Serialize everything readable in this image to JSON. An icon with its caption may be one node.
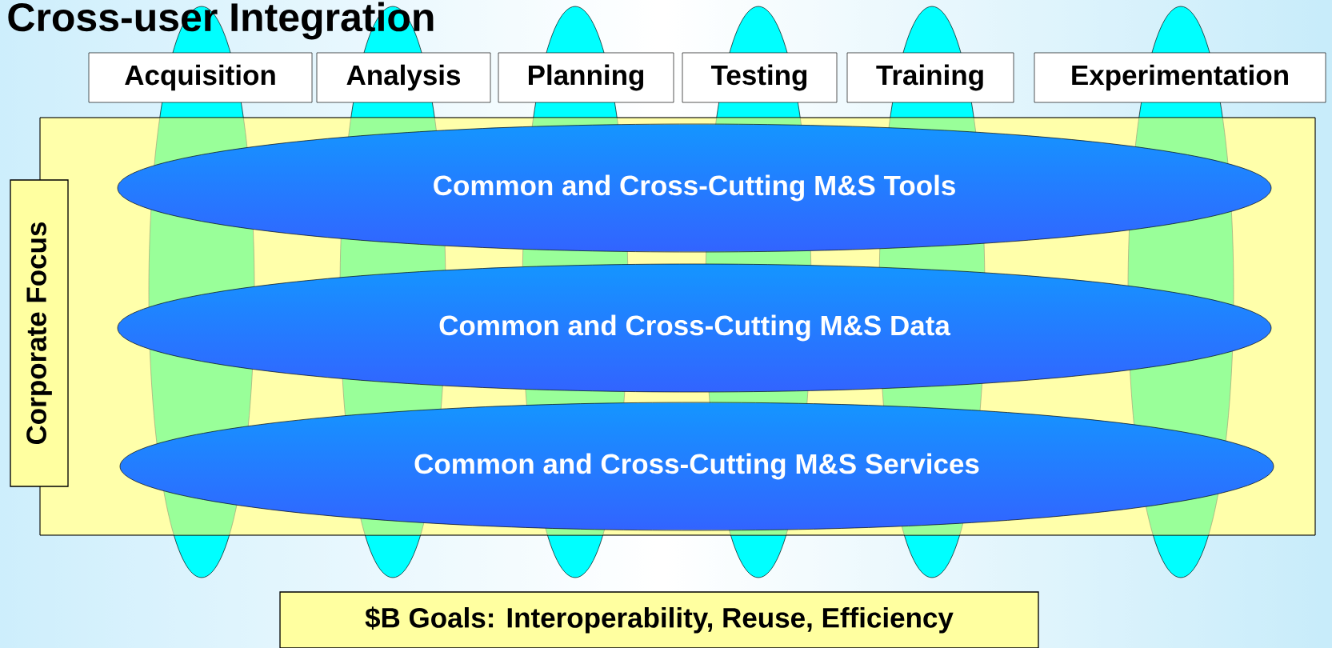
{
  "diagram": {
    "title": "Cross-user Integration",
    "nodes": [
      {
        "text": [
          "Acquisition"
        ]
      },
      {
        "text": [
          "Analysis"
        ]
      },
      {
        "text": [
          "Planning"
        ]
      },
      {
        "text": [
          "Testing"
        ]
      },
      {
        "text": [
          "Training"
        ]
      },
      {
        "text": [
          "Experimentation"
        ]
      },
      {
        "text": [
          "Common and Cross-Cutting M&S Tools"
        ]
      },
      {
        "text": [
          "Common and Cross-Cutting M&S Data"
        ]
      },
      {
        "text": [
          "Common and Cross-Cutting M&S Services"
        ]
      },
      {
        "text": [
          "Corporate Focus"
        ]
      },
      {
        "text": [
          "$B Goals:  Interoperability, Reuse, Efficiency"
        ]
      }
    ]
  }
}
